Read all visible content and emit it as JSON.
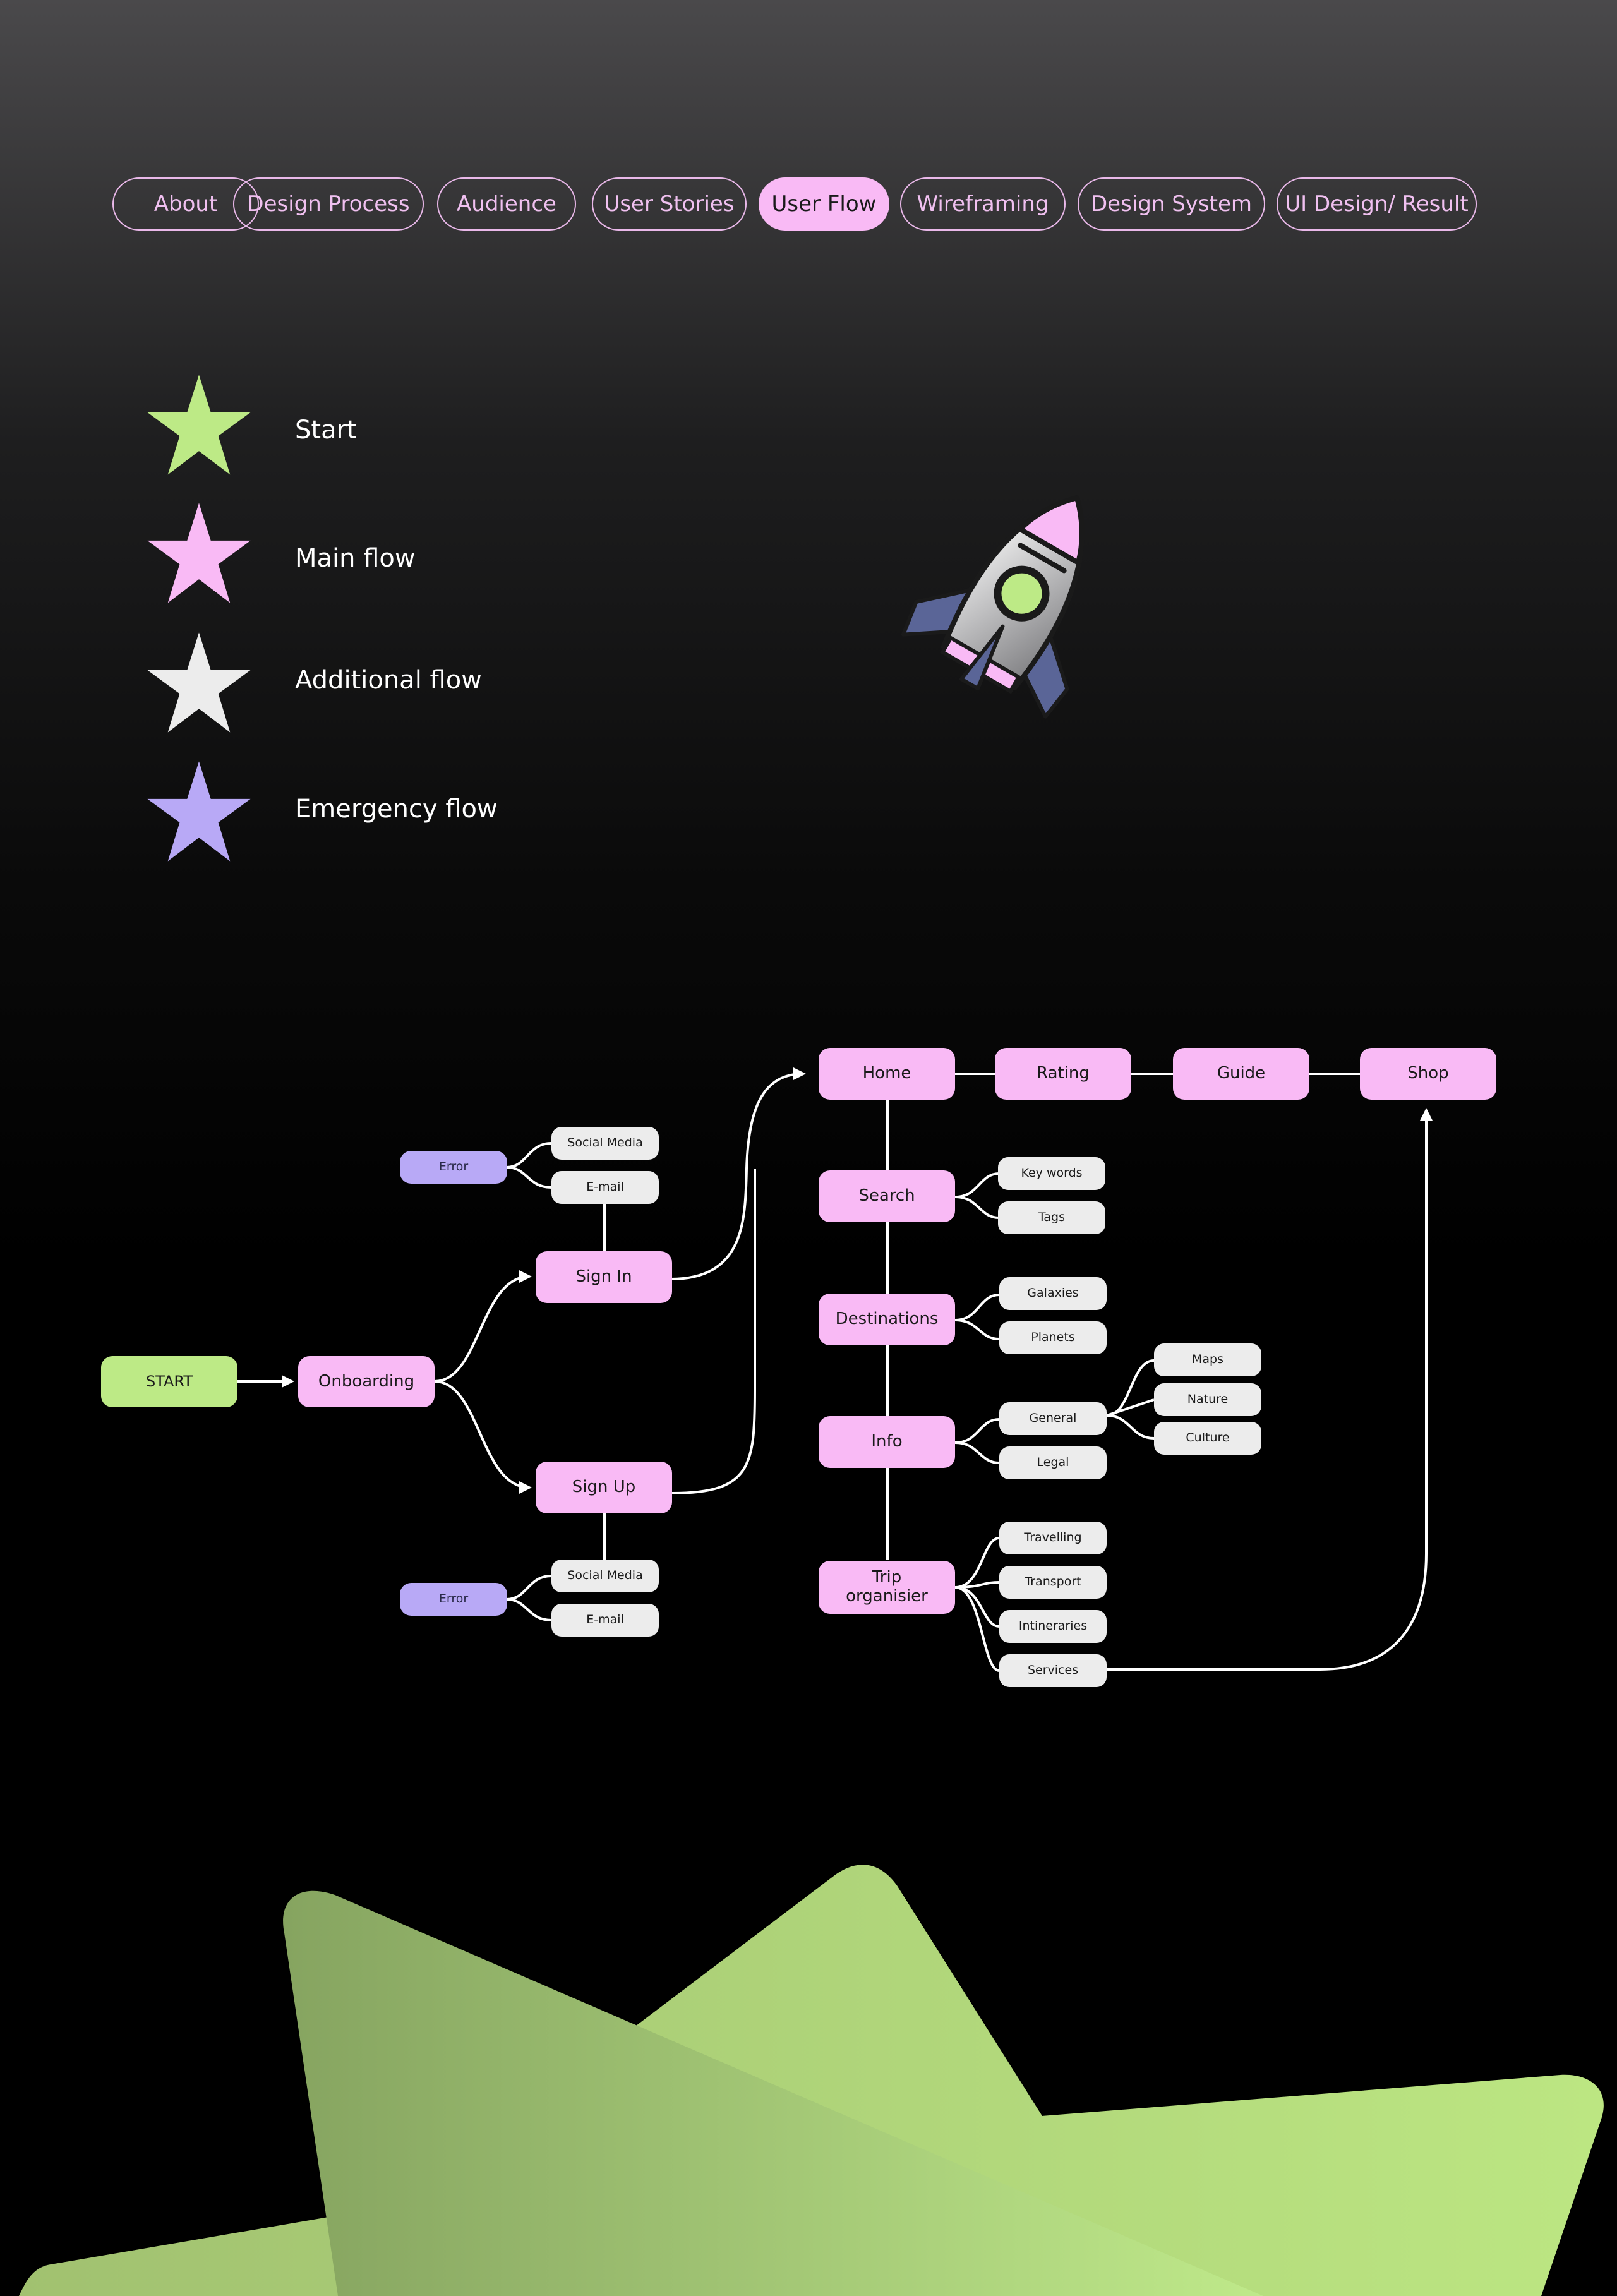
{
  "nav": {
    "tabs": [
      {
        "label": "About",
        "active": false
      },
      {
        "label": "Design Process",
        "active": false
      },
      {
        "label": "Audience",
        "active": false
      },
      {
        "label": "User Stories",
        "active": false
      },
      {
        "label": "User Flow",
        "active": true
      },
      {
        "label": "Wireframing",
        "active": false
      },
      {
        "label": "Design System",
        "active": false
      },
      {
        "label": "UI Design/ Result",
        "active": false
      }
    ]
  },
  "legend": {
    "items": [
      {
        "label": "Start",
        "color": "#bdea86"
      },
      {
        "label": "Main flow",
        "color": "#f9baf5"
      },
      {
        "label": "Additional flow",
        "color": "#ececec"
      },
      {
        "label": "Emergency flow",
        "color": "#b8a9f6"
      }
    ]
  },
  "colors": {
    "start": "#bdea86",
    "main": "#f9baf5",
    "additional": "#ececec",
    "emergency": "#b8a9f6",
    "connector": "#ffffff"
  },
  "flow": {
    "start": "START",
    "onboarding": "Onboarding",
    "sign_in": "Sign In",
    "sign_up": "Sign Up",
    "sign_in_options": [
      "Social Media",
      "E-mail"
    ],
    "sign_up_options": [
      "Social Media",
      "E-mail"
    ],
    "sign_in_error": "Error",
    "sign_up_error": "Error",
    "top_row": [
      "Home",
      "Rating",
      "Guide",
      "Shop"
    ],
    "search": {
      "label": "Search",
      "children": [
        "Key words",
        "Tags"
      ]
    },
    "destinations": {
      "label": "Destinations",
      "children": [
        "Galaxies",
        "Planets"
      ]
    },
    "info": {
      "label": "Info",
      "children": [
        "General",
        "Legal"
      ],
      "general_children": [
        "Maps",
        "Nature",
        "Culture"
      ]
    },
    "trip": {
      "label": "Trip\norganisier",
      "children": [
        "Travelling",
        "Transport",
        "Intineraries",
        "Services"
      ]
    }
  }
}
